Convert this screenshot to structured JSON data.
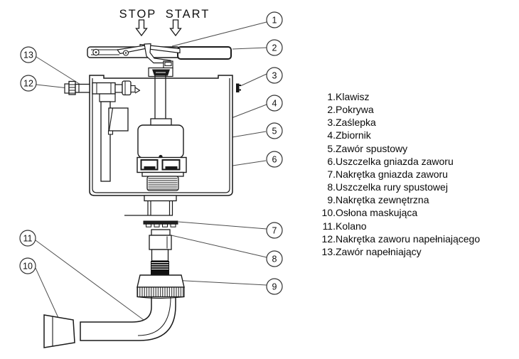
{
  "labels": {
    "stop": "STOP",
    "start": "START"
  },
  "callouts": [
    "1",
    "2",
    "3",
    "4",
    "5",
    "6",
    "7",
    "8",
    "9",
    "10",
    "11",
    "12",
    "13"
  ],
  "legend": {
    "items": [
      {
        "num": "1.",
        "label": "Klawisz"
      },
      {
        "num": "2.",
        "label": "Pokrywa"
      },
      {
        "num": "3.",
        "label": "Zaślepka"
      },
      {
        "num": "4.",
        "label": "Zbiornik"
      },
      {
        "num": "5.",
        "label": "Zawór spustowy"
      },
      {
        "num": "6.",
        "label": "Uszczelka gniazda zaworu"
      },
      {
        "num": "7.",
        "label": "Nakrętka gniazda zaworu"
      },
      {
        "num": "8.",
        "label": "Uszczelka rury spustowej"
      },
      {
        "num": "9.",
        "label": "Nakrętka zewnętrzna"
      },
      {
        "num": "10.",
        "label": "Osłona maskująca"
      },
      {
        "num": "11.",
        "label": "Kolano"
      },
      {
        "num": "12.",
        "label": "Nakrętka zaworu napełniającego"
      },
      {
        "num": "13.",
        "label": "Zawór napełniający"
      }
    ]
  },
  "colors": {
    "background": "#ffffff",
    "line": "#1a1a1a",
    "leader": "#4d4d4d",
    "dark_fill": "#161616"
  }
}
